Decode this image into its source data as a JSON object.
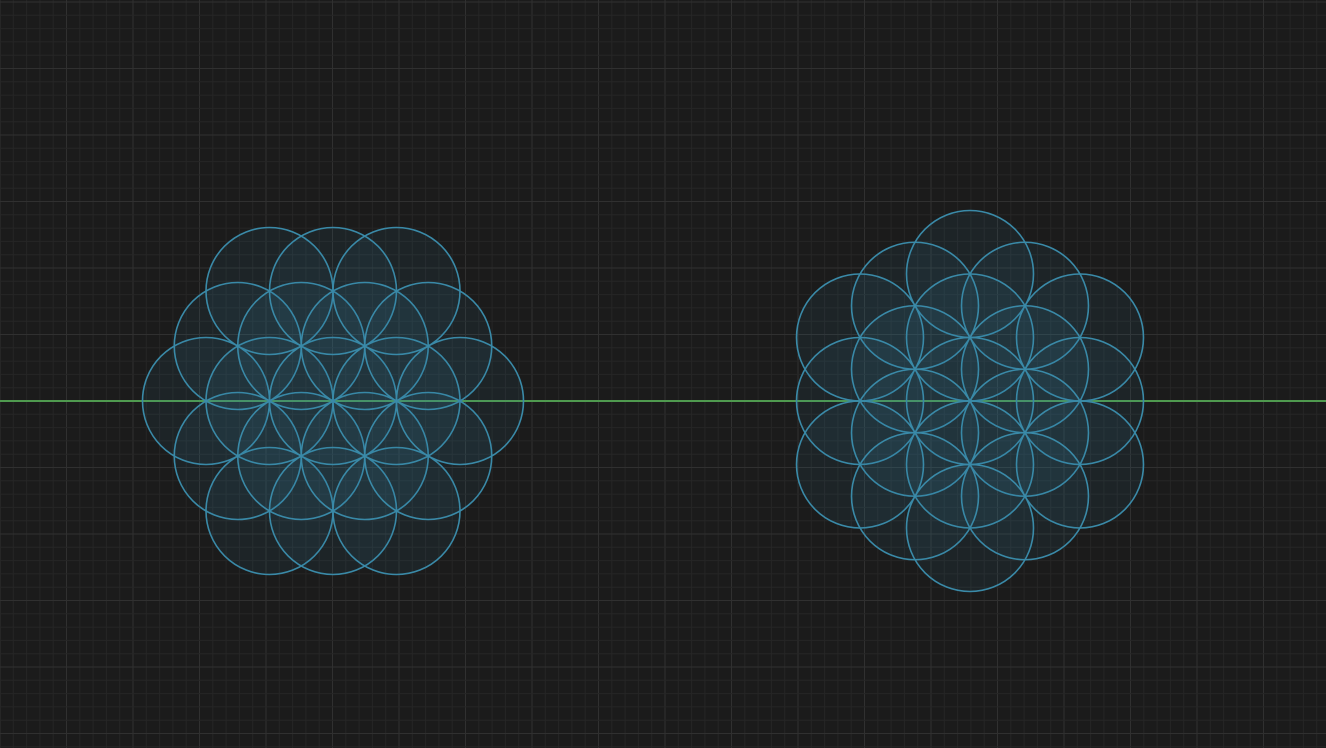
{
  "colors": {
    "background": "#1b1b1b",
    "grid_minor": "#262626",
    "grid_major": "#303030",
    "axis_line": "#4f9a4f",
    "circle_stroke": "#3a8aa8",
    "circle_fill": "#3a8aa8"
  },
  "canvas": {
    "grid": true,
    "axis_line": "horizontal"
  },
  "figures": [
    {
      "name": "flower-of-life-flat",
      "orientation": "flat",
      "rings": 2,
      "circle_count": 19
    },
    {
      "name": "flower-of-life-pointy",
      "orientation": "pointy",
      "rings": 2,
      "circle_count": 19
    }
  ]
}
